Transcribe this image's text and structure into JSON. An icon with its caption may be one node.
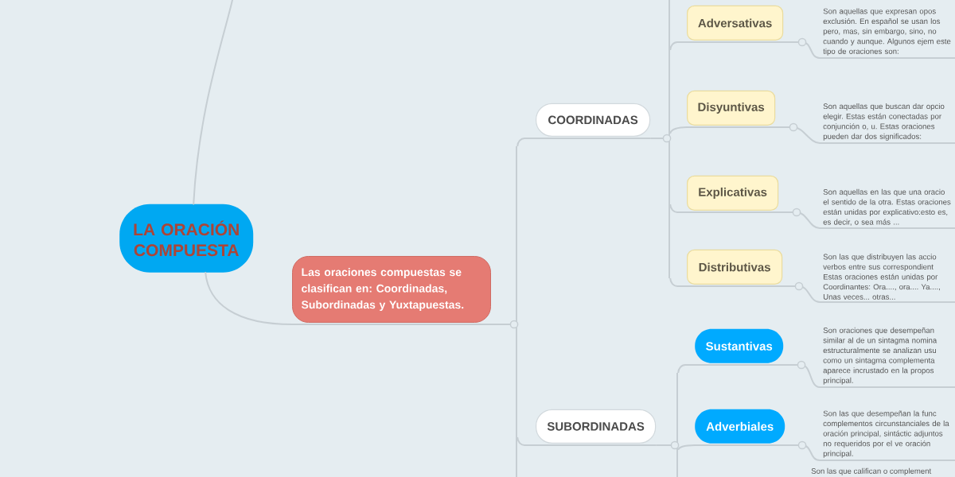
{
  "diagram": {
    "nodes": [
      {
        "text": [
          "LA ORACIÓN COMPUESTA"
        ]
      },
      {
        "text": [
          "Las oraciones compuestas se clasifican en: Coordinadas, Subordinadas y Yuxtapuestas."
        ]
      },
      {
        "text": [
          "COORDINADAS"
        ]
      },
      {
        "text": [
          "Adversativas"
        ]
      },
      {
        "text": [
          "Son aquellas que expresan opos exclusión. En español se usan los pero, mas, sin embargo, sino, no cuando y aunque. Algunos ejem este tipo de oraciones son:"
        ]
      },
      {
        "text": [
          "Disyuntivas"
        ]
      },
      {
        "text": [
          "Son aquellas que buscan dar opcio elegir. Estas están conectadas por conjunción o, u. Estas oraciones pueden dar dos significados:"
        ]
      },
      {
        "text": [
          "Explicativas"
        ]
      },
      {
        "text": [
          "Son aquellas en las que una oracio el sentido de la otra. Estas oraciones están unidas por explicativo:esto es, es decir, o sea más ..."
        ]
      },
      {
        "text": [
          "Distributivas"
        ]
      },
      {
        "text": [
          "Son las que distribuyen las accio verbos entre sus correspondient Estas oraciones están unidas por Coordinantes: Ora...., ora.... Ya...., Unas veces... otras..."
        ]
      },
      {
        "text": [
          "SUBORDINADAS"
        ]
      },
      {
        "text": [
          "Sustantivas"
        ]
      },
      {
        "text": [
          "Son oraciones que desempeñan similar al de un sintagma nomina estructuralmente se analizan usu como un sintagma complementa aparece incrustado en la propos principal."
        ]
      },
      {
        "text": [
          "Adverbiales"
        ]
      },
      {
        "text": [
          "Son las que desempeñan la func complementos circunstanciales de la oración principal, sintáctic adjuntos no requeridos por el ve oración principal."
        ]
      },
      {
        "text": [
          "Son las que califican o complement"
        ]
      }
    ],
    "edges": [
      {
        "from": 0,
        "to": 1,
        "arrow": "none"
      },
      {
        "from": 0,
        "to": null,
        "arrow": "none"
      },
      {
        "from": 1,
        "to": 2,
        "arrow": "none"
      },
      {
        "from": 1,
        "to": 11,
        "arrow": "none"
      },
      {
        "from": 1,
        "to": null,
        "arrow": "none"
      },
      {
        "from": 2,
        "to": 3,
        "arrow": "none"
      },
      {
        "from": 2,
        "to": 5,
        "arrow": "none"
      },
      {
        "from": 2,
        "to": 7,
        "arrow": "none"
      },
      {
        "from": 2,
        "to": 9,
        "arrow": "none"
      },
      {
        "from": 2,
        "to": null,
        "arrow": "none"
      },
      {
        "from": 3,
        "to": 4,
        "arrow": "none"
      },
      {
        "from": 5,
        "to": 6,
        "arrow": "none"
      },
      {
        "from": 7,
        "to": 8,
        "arrow": "none"
      },
      {
        "from": 9,
        "to": 10,
        "arrow": "none"
      },
      {
        "from": 11,
        "to": 12,
        "arrow": "none"
      },
      {
        "from": 11,
        "to": 14,
        "arrow": "none"
      },
      {
        "from": 11,
        "to": null,
        "arrow": "none"
      },
      {
        "from": 12,
        "to": 13,
        "arrow": "none"
      },
      {
        "from": 14,
        "to": 15,
        "arrow": "none"
      }
    ]
  }
}
